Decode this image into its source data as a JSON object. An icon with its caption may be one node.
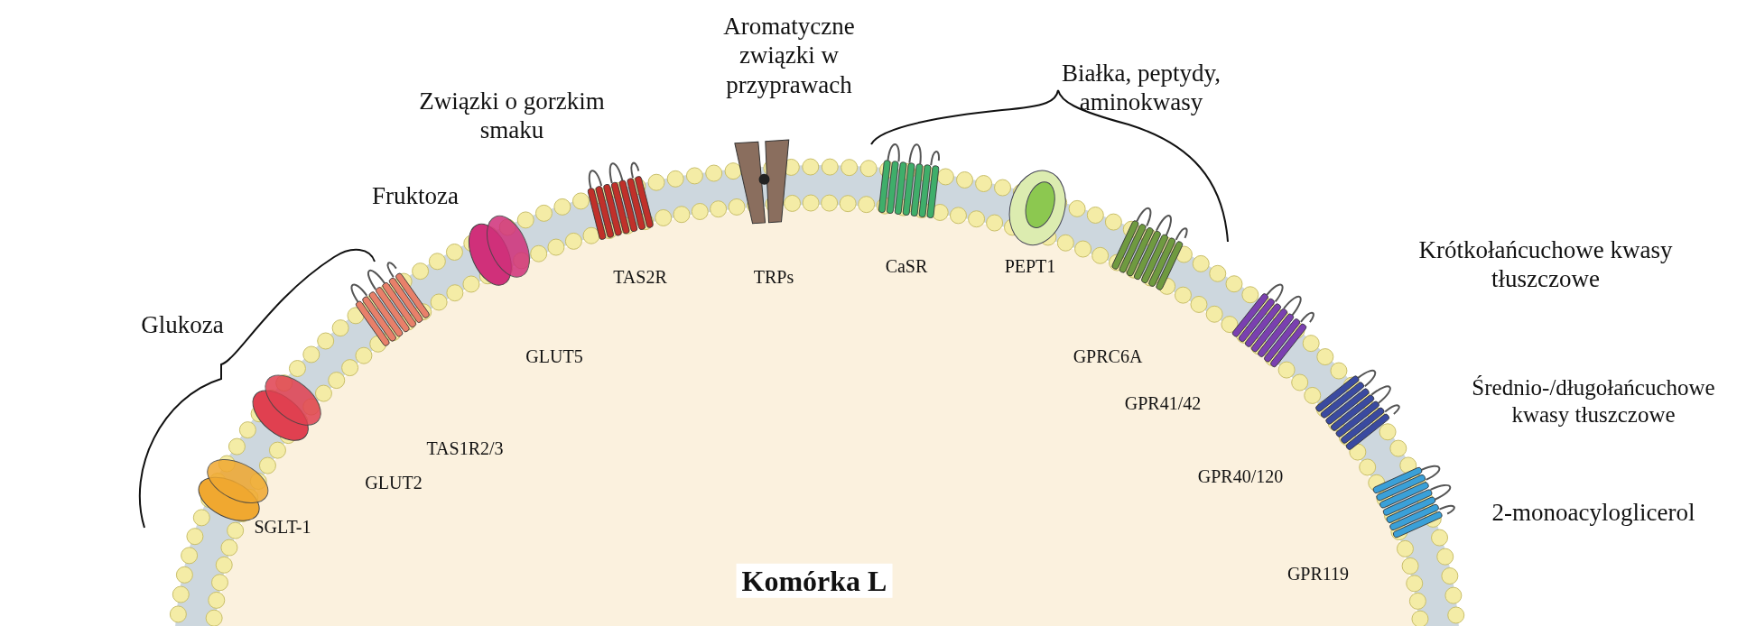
{
  "diagram": {
    "labels": [
      "Aromatyczne związki w przyprawach",
      "Białka, peptydy, aminokwasy",
      "Związki o gorzkim smaku",
      "Fruktoza",
      "Krótkołańcuchowe kwasy tłuszczowe",
      "Glukoza",
      "TAS2R",
      "TRPs",
      "CaSR",
      "PEPT1",
      "GLUT5",
      "GPRC6A",
      "Średnio-/długołańcuchowe kwasy tłuszczowe",
      "TAS1R2/3",
      "GPR41/42",
      "GLUT2",
      "GPR40/120",
      "2-monoacyloglicerol",
      "SGLT-1",
      "GPR119",
      "Komórka L"
    ]
  }
}
